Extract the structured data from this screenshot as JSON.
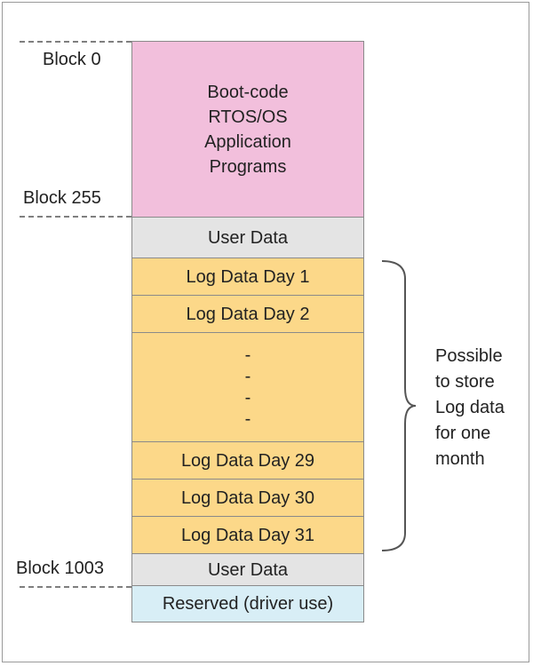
{
  "labels": {
    "block_0": "Block 0",
    "block_255": "Block 255",
    "block_1003": "Block 1003"
  },
  "boot": {
    "line1": "Boot-code",
    "line2": "RTOS/OS",
    "line3": "Application",
    "line4": "Programs"
  },
  "blocks": {
    "user_data_1": "User Data",
    "log_day_1": "Log Data Day 1",
    "log_day_2": "Log Data Day 2",
    "dots": [
      "-",
      "-",
      "-",
      "-"
    ],
    "log_day_29": "Log Data Day 29",
    "log_day_30": "Log Data Day 30",
    "log_day_31": "Log Data Day 31",
    "user_data_2": "User Data",
    "reserved": "Reserved (driver use)"
  },
  "note": {
    "line1": "Possible",
    "line2": "to store",
    "line3": "Log data",
    "line4": "for one",
    "line5": "month"
  },
  "colors": {
    "boot_region": "#f2bfdc",
    "user_data": "#e4e4e4",
    "log_data": "#fcd889",
    "reserved": "#d8eef6"
  }
}
